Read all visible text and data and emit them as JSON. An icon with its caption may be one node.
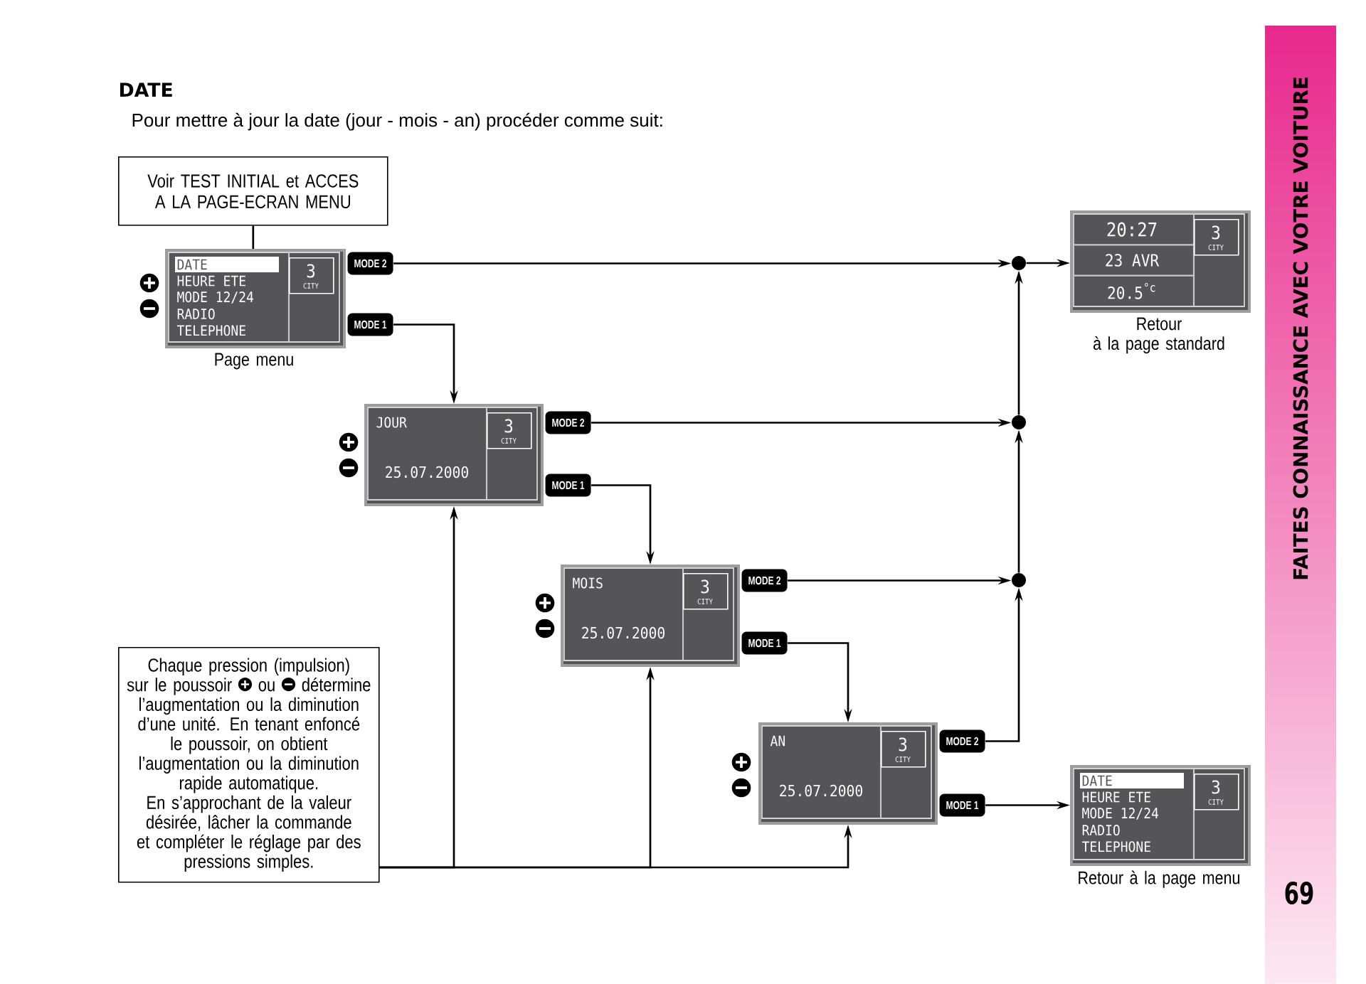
{
  "diagram": {
    "title": "DATE",
    "nodes": [
      {
        "text": [
          "Voir TEST INITIAL et ACCES A LA PAGE-ECRAN MENU"
        ]
      },
      {
        "text": [
          "DATE",
          "HEURE ETE",
          "MODE 12/24",
          "RADIO",
          "TELEPHONE"
        ],
        "beside": [
          "Page menu"
        ]
      },
      {
        "text": [
          "3",
          "CITY"
        ],
        "in": 1
      },
      {
        "text": [
          "MODE 2"
        ]
      },
      {
        "text": [
          "MODE 1"
        ]
      },
      {
        "text": [],
        "shape": "circle"
      },
      {
        "text": [
          "20:27",
          "23 AVR",
          "20.5$^{°c}$"
        ],
        "beside": [
          "Retour à la page standard"
        ]
      },
      {
        "text": [
          "3",
          "CITY"
        ],
        "in": 6
      },
      {
        "text": [
          "JOUR",
          "25.07.2000"
        ]
      },
      {
        "text": [
          "3",
          "CITY"
        ],
        "in": 8
      },
      {
        "text": [
          "MODE 2"
        ]
      },
      {
        "text": [
          "MODE 1"
        ]
      },
      {
        "text": [],
        "shape": "circle"
      },
      {
        "text": [
          "MOIS",
          "25.07.2000"
        ]
      },
      {
        "text": [
          "3",
          "CITY"
        ],
        "in": 13
      },
      {
        "text": [
          "MODE 2"
        ]
      },
      {
        "text": [
          "MODE 1"
        ]
      },
      {
        "text": [],
        "shape": "circle"
      },
      {
        "text": [
          "Chaque pression (impulsion) sur le poussoir",
          "ou",
          "détermine l’augmentation ou la diminution d’une unité. En tenant enfoncé le poussoir, on obtient l’augmentation ou la diminution rapide automatique.",
          "En s’approchant de la valeur désirée, lâcher la commande et compléter le réglage par des pressions simples."
        ]
      },
      {
        "text": [
          "AN",
          "25.07.2000"
        ]
      },
      {
        "text": [
          "3",
          "CITY"
        ],
        "in": 19
      },
      {
        "text": [
          "MODE 2"
        ]
      },
      {
        "text": [
          "MODE 1"
        ]
      },
      {
        "text": [
          "DATE",
          "HEURE ETE",
          "MODE 12/24",
          "RADIO",
          "TELEPHONE"
        ],
        "beside": [
          "Retour à la page menu"
        ]
      },
      {
        "text": [
          "3",
          "CITY"
        ],
        "in": 23
      }
    ],
    "edges": [
      {
        "from": 0,
        "to": 1,
        "arrow": "none"
      },
      {
        "from": 3,
        "to": 5,
        "arrow": "to"
      },
      {
        "from": 5,
        "to": 6,
        "arrow": "to"
      },
      {
        "from": 4,
        "to": 8,
        "arrow": "to"
      },
      {
        "from": 10,
        "to": 12,
        "arrow": "to"
      },
      {
        "from": 11,
        "to": 13,
        "arrow": "to"
      },
      {
        "from": 15,
        "to": 17,
        "arrow": "to"
      },
      {
        "from": 16,
        "to": 19,
        "arrow": "to"
      },
      {
        "from": 21,
        "to": 17,
        "arrow": "to"
      },
      {
        "from": 17,
        "to": 12,
        "arrow": "to"
      },
      {
        "from": 12,
        "to": 5,
        "arrow": "to"
      },
      {
        "from": 22,
        "to": 23,
        "arrow": "to"
      },
      {
        "from": 18,
        "to": 8,
        "arrow": "to"
      },
      {
        "from": 18,
        "to": 13,
        "arrow": "to"
      },
      {
        "from": 18,
        "to": 19,
        "arrow": "to"
      }
    ],
    "labels": [
      "Pour mettre à jour la date (jour - mois - an) procéder comme suit:",
      "FAITES CONNAISSANCE AVEC VOTRE VOITURE",
      "69"
    ]
  }
}
